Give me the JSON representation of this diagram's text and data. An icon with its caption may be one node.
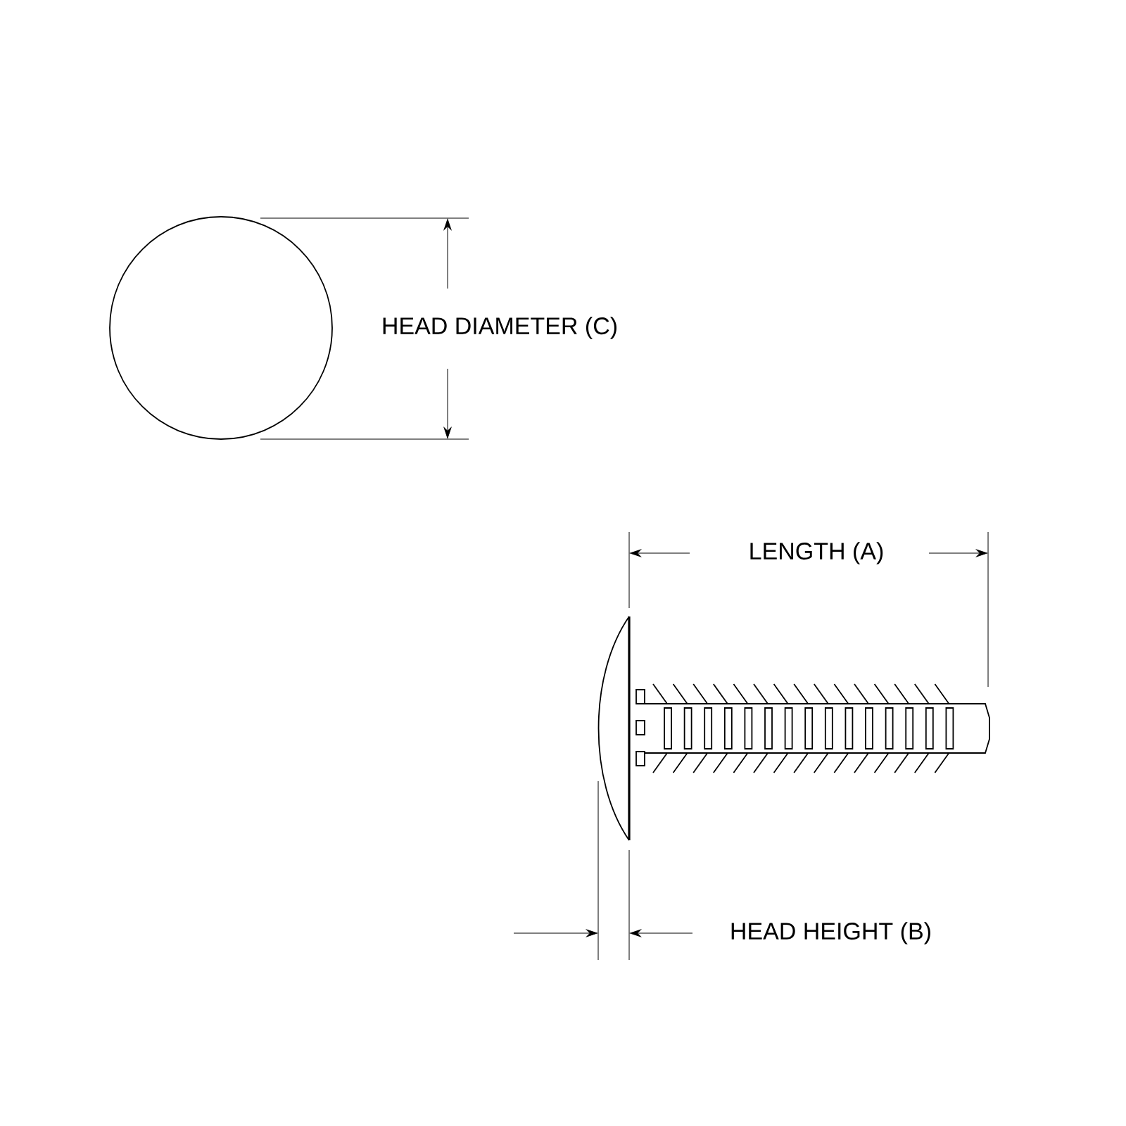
{
  "diagram": {
    "labels": [
      "HEAD DIAMETER (C)",
      "LENGTH (A)",
      "HEAD HEIGHT (B)"
    ]
  }
}
